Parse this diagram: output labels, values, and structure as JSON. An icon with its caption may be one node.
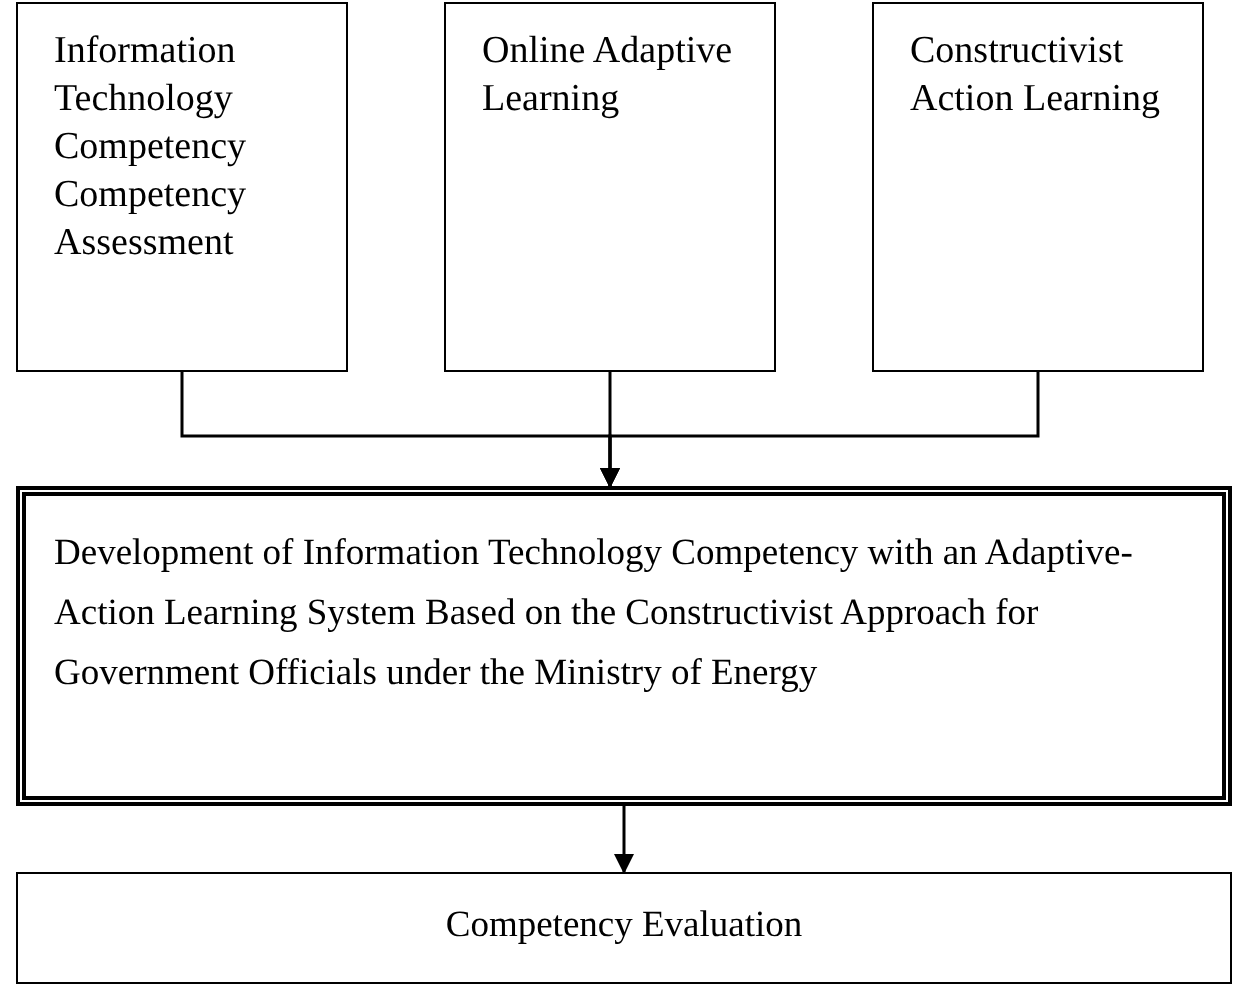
{
  "diagram": {
    "nodes": [
      {
        "text": [
          "Information Technology Competency Competency Assessment"
        ]
      },
      {
        "text": [
          "Online Adaptive Learning"
        ]
      },
      {
        "text": [
          "Constructivist Action Learning"
        ]
      },
      {
        "text": [
          "Development of Information Technology Competency with an Adaptive-Action Learning System Based on the Constructivist Approach for Government Officials under the Ministry of Energy"
        ]
      },
      {
        "text": [
          "Competency Evaluation"
        ]
      }
    ],
    "edges": [
      {
        "from": 0,
        "to": 3,
        "arrow": "to"
      },
      {
        "from": 1,
        "to": 3,
        "arrow": "to"
      },
      {
        "from": 2,
        "to": 3,
        "arrow": "to"
      },
      {
        "from": 3,
        "to": 4,
        "arrow": "to"
      }
    ]
  }
}
